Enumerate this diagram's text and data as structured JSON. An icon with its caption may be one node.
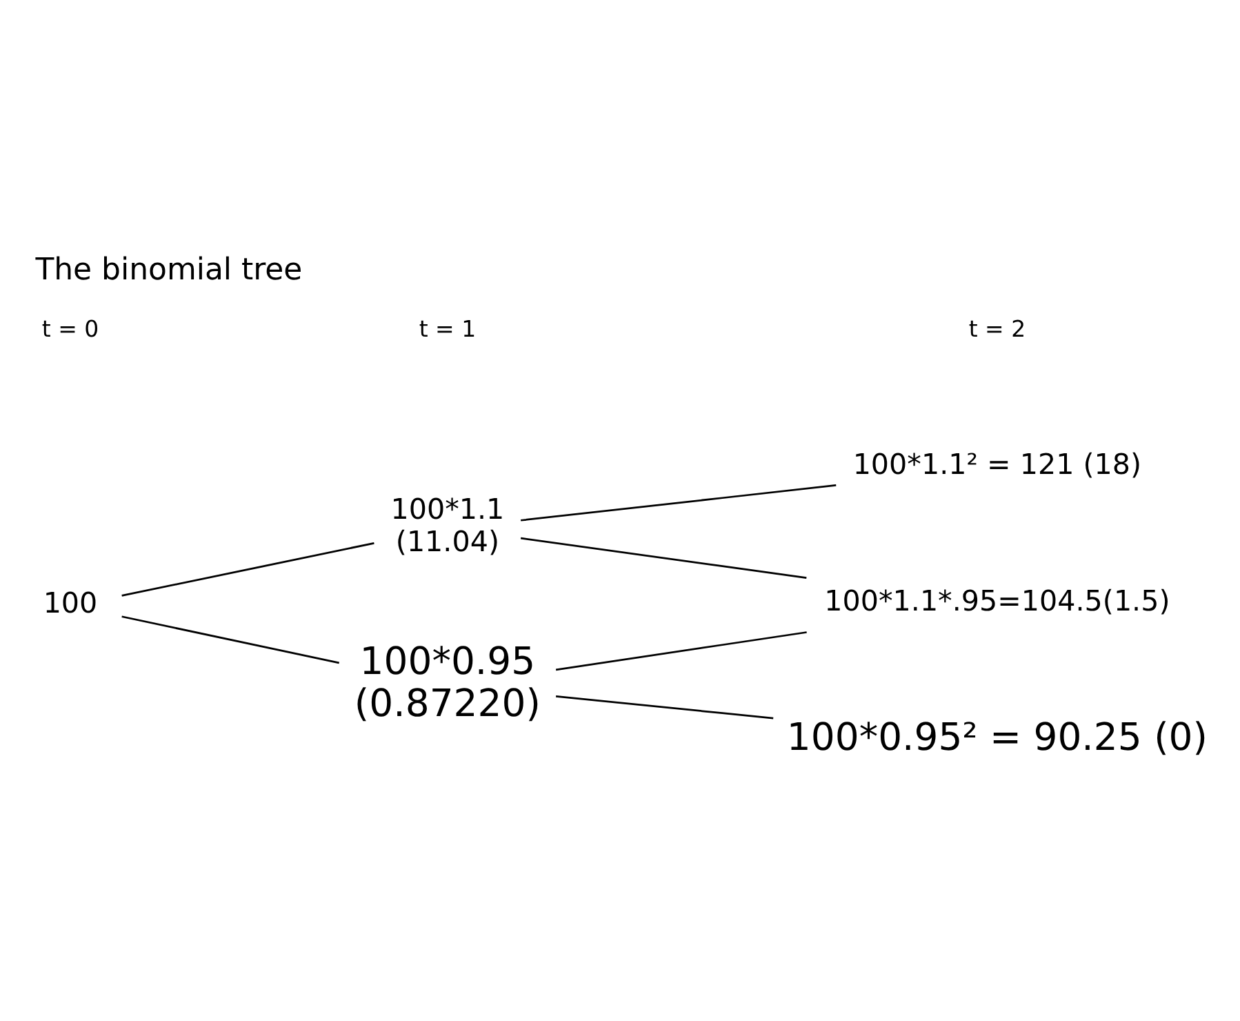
{
  "diagram": {
    "title": "The binomial tree",
    "nodes": [
      {
        "text": [
          "100"
        ]
      },
      {
        "text": [
          "100*1.1",
          "(11.04)"
        ]
      },
      {
        "text": [
          "100*0.95",
          "(0.87220)"
        ]
      },
      {
        "text": [
          "100*1.1² = 121 (18)"
        ]
      },
      {
        "text": [
          "100*1.1*.95=104.5(1.5)"
        ]
      },
      {
        "text": [
          "100*0.95² = 90.25 (0)"
        ]
      }
    ],
    "edges": [
      {
        "from": 0,
        "to": 1,
        "arrow": "none"
      },
      {
        "from": 0,
        "to": 2,
        "arrow": "none"
      },
      {
        "from": 1,
        "to": 3,
        "arrow": "none"
      },
      {
        "from": 1,
        "to": 4,
        "arrow": "none"
      },
      {
        "from": 2,
        "to": 4,
        "arrow": "none"
      },
      {
        "from": 2,
        "to": 5,
        "arrow": "none"
      }
    ],
    "labels": [
      "t = 0",
      "t = 1",
      "t = 2"
    ]
  }
}
